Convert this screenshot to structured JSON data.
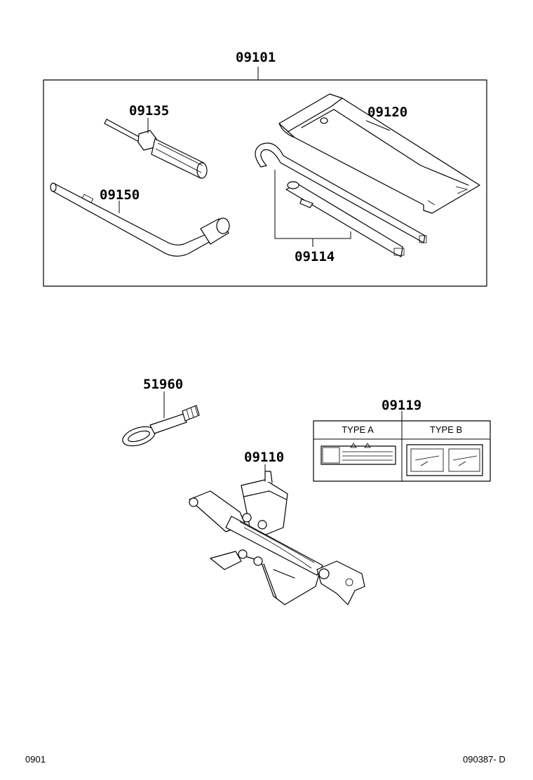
{
  "labels": {
    "tool_kit": "09101",
    "screwdriver": "09135",
    "tool_bag": "09120",
    "wrench": "09150",
    "jack_handle": "09114",
    "towing_eyelet": "51960",
    "caution_label": "09119",
    "jack": "09110"
  },
  "label_table": {
    "type_a": "TYPE A",
    "type_b": "TYPE B"
  },
  "footer": {
    "left_code": "0901",
    "right_code": "090387- D"
  }
}
